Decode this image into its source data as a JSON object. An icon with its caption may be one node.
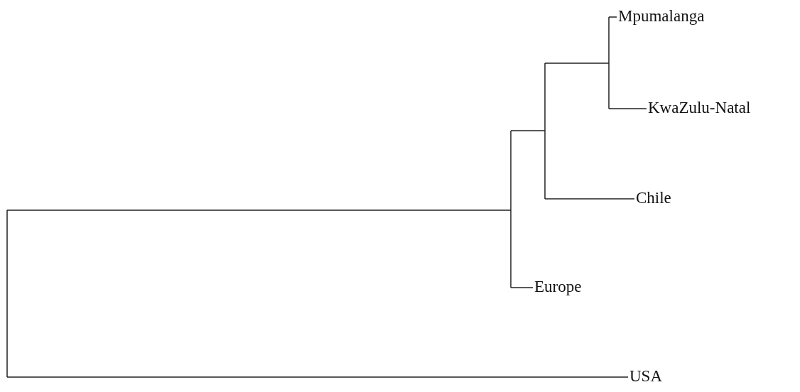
{
  "diagram": {
    "nodes": [
      {
        "text": [
          "Mpumalanga"
        ]
      },
      {
        "text": [
          "KwaZulu-Natal"
        ]
      },
      {
        "text": [
          "Chile"
        ]
      },
      {
        "text": [
          "Europe"
        ]
      },
      {
        "text": [
          "USA"
        ]
      }
    ],
    "edges": [
      {
        "from": null,
        "to": 0,
        "arrow": "none"
      },
      {
        "from": null,
        "to": 1,
        "arrow": "none"
      },
      {
        "from": null,
        "to": 2,
        "arrow": "none"
      },
      {
        "from": null,
        "to": 3,
        "arrow": "none"
      },
      {
        "from": null,
        "to": 4,
        "arrow": "none"
      }
    ]
  }
}
